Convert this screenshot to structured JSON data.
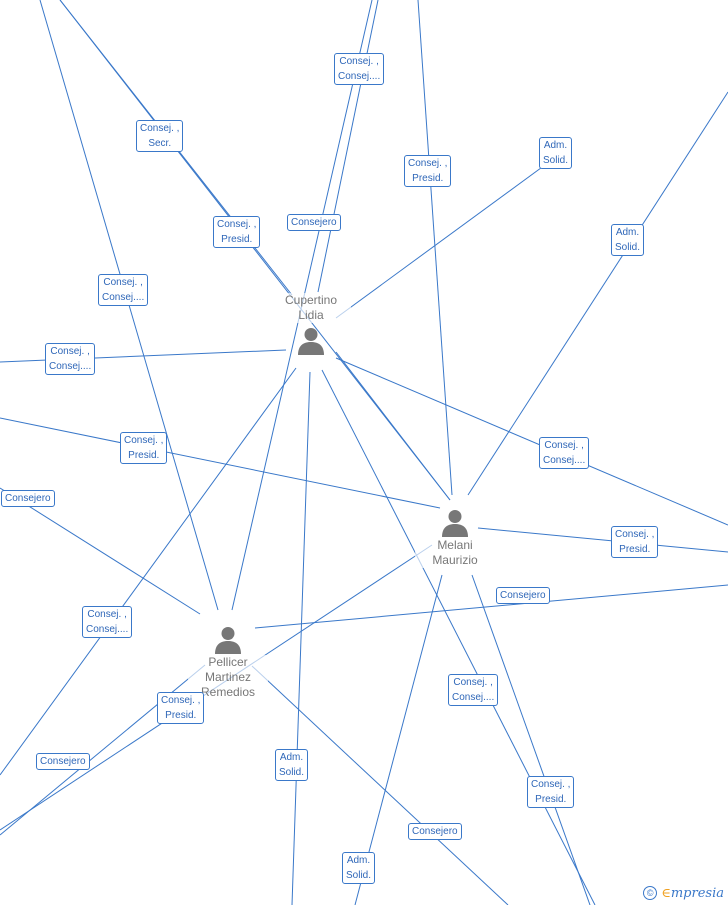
{
  "nodes": {
    "cupertino": {
      "line1": "Cupertino",
      "line2": "Lidia"
    },
    "melani": {
      "line1": "Melani",
      "line2": "Maurizio"
    },
    "pellicer": {
      "line1": "Pellicer",
      "line2": "Martinez",
      "line3": "Remedios"
    }
  },
  "labels": [
    [
      "Consej. ,",
      "Consej...."
    ],
    [
      "Consej. ,",
      "Secr."
    ],
    [
      "Consej. ,",
      "Presid."
    ],
    [
      "Consejero"
    ],
    [
      "Consej. ,",
      "Presid."
    ],
    [
      "Adm.",
      "Solid."
    ],
    [
      "Adm.",
      "Solid."
    ],
    [
      "Consej. ,",
      "Consej...."
    ],
    [
      "Consej. ,",
      "Consej...."
    ],
    [
      "Consej. ,",
      "Presid."
    ],
    [
      "Consejero"
    ],
    [
      "Consej. ,",
      "Consej...."
    ],
    [
      "Consej. ,",
      "Presid."
    ],
    [
      "Consejero"
    ],
    [
      "Consej. ,",
      "Consej...."
    ],
    [
      "Consej. ,",
      "Presid."
    ],
    [
      "Consejero"
    ],
    [
      "Consej. ,",
      "Consej...."
    ],
    [
      "Adm.",
      "Solid."
    ],
    [
      "Consej. ,",
      "Presid."
    ],
    [
      "Consejero"
    ],
    [
      "Adm.",
      "Solid."
    ]
  ],
  "brand": {
    "copyright": "©",
    "e": "∈",
    "rest": "mpresia"
  },
  "colors": {
    "edge": "#3a78c9",
    "label_text": "#2f67b8",
    "node_icon": "#777777",
    "brand_e": "#f0a020"
  }
}
